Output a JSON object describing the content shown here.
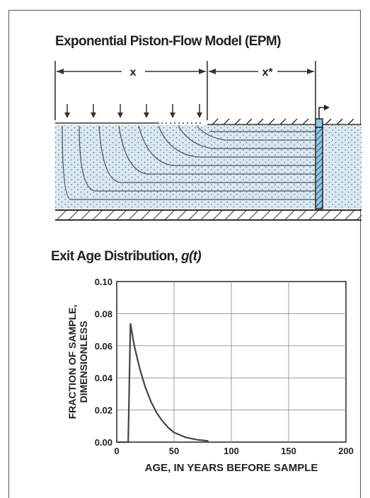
{
  "diagram": {
    "title": "Exponential Piston-Flow Model (EPM)",
    "label_x": "x",
    "label_x_star": "x*",
    "colors": {
      "aquifer_fill": "#d9e9f4",
      "well_fill": "#8ec6e6",
      "ink": "#333333"
    }
  },
  "chart_title": {
    "prefix": "Exit Age Distribution, ",
    "italic": "g(t)"
  },
  "chart_data": {
    "type": "line",
    "xlabel": "AGE, IN YEARS BEFORE SAMPLE",
    "ylabel_line1": "FRACTION OF SAMPLE,",
    "ylabel_line2": "DIMENSIONLESS",
    "xlim": [
      0,
      200
    ],
    "ylim": [
      0,
      0.1
    ],
    "x_ticks": [
      "0",
      "50",
      "100",
      "150",
      "200"
    ],
    "y_ticks": [
      "0.00",
      "0.02",
      "0.04",
      "0.06",
      "0.08",
      "0.10"
    ],
    "x_tick_values": [
      0,
      50,
      100,
      150,
      200
    ],
    "y_tick_values": [
      0,
      0.02,
      0.04,
      0.06,
      0.08,
      0.1
    ],
    "grid": true,
    "series": [
      {
        "x": [
          0,
          10,
          10,
          12,
          15,
          20,
          25,
          30,
          35,
          40,
          45,
          50,
          60,
          70,
          80
        ],
        "y": [
          0,
          0,
          0.0,
          0.074,
          0.061,
          0.046,
          0.034,
          0.025,
          0.018,
          0.013,
          0.009,
          0.006,
          0.003,
          0.0015,
          0.0007
        ]
      }
    ]
  }
}
